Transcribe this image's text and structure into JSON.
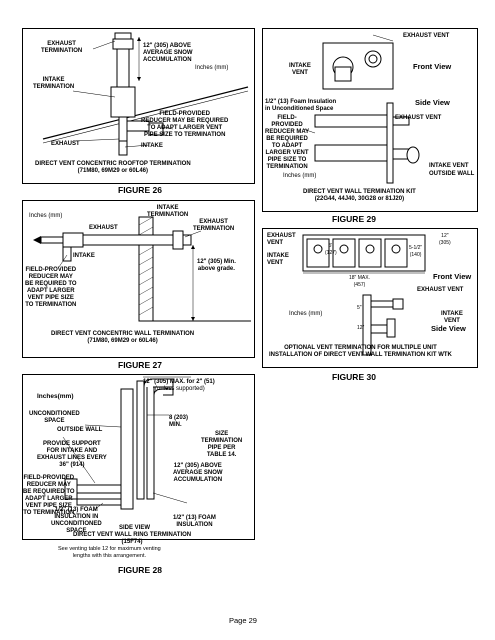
{
  "fig26": {
    "exhaust_termination": "EXHAUST\nTERMINATION",
    "above_snow": "12\" (305) ABOVE\nAVERAGE SNOW\nACCUMULATION",
    "intake_termination": "INTAKE\nTERMINATION",
    "inches": "Inches (mm)",
    "reducer": "FIELD-PROVIDED\nREDUCER MAY BE REQUIRED\nTO ADAPT LARGER VENT\nPIPE SIZE TO TERMINATION",
    "exhaust": "EXHAUST",
    "intake": "INTAKE",
    "caption": "DIRECT VENT CONCENTRIC ROOFTOP TERMINATION\n(71M80, 69M29 or 60L46)",
    "figure": "FIGURE 26"
  },
  "fig27": {
    "inches": "Inches (mm)",
    "intake_termination": "INTAKE\nTERMINATION",
    "exhaust_termination": "EXHAUST\nTERMINATION",
    "exhaust": "EXHAUST",
    "intake": "INTAKE",
    "reducer": "FIELD-PROVIDED\nREDUCER MAY\nBE REQUIRED TO\nADAPT LARGER\nVENT PIPE SIZE\nTO TERMINATION",
    "min_above": "12\" (305) Min.\nabove grade.",
    "caption": "DIRECT VENT CONCENTRIC WALL TERMINATION\n(71M80, 69M29 or 60L46)",
    "figure": "FIGURE 27"
  },
  "fig28": {
    "inches": "Inches(mm)",
    "max": "12\" (305) MAX. for 2\" (51)",
    "unless": "(unless supported)",
    "unconditioned": "UNCONDITIONED\nSPACE",
    "outside_wall": "OUTSIDE WALL",
    "min_8": "8 (203)\nMIN.",
    "support": "PROVIDE SUPPORT\nFOR INTAKE AND\nEXHAUST LINES EVERY\n36\" (914)",
    "size": "SIZE\nTERMINATION\nPIPE PER\nTABLE 14.",
    "reducer": "FIELD-PROVIDED\nREDUCER MAY\nBE REQUIRED TO\nADAPT LARGER\nVENT PIPE SIZE\nTO TERMINATION",
    "above_snow": "12\" (305) ABOVE\nAVERAGE SNOW\nACCUMULATION",
    "foam_unc": "1/2\" (13) FOAM\nINSULATION IN\nUNCONDITIONED\nSPACE",
    "foam_ins": "1/2\" (13) FOAM\nINSULATION",
    "side_view": "SIDE VIEW",
    "caption": "DIRECT VENT WALL RING TERMINATION\n(15F74)",
    "note": "See venting table 12 for maximum venting\nlengths with this arrangement.",
    "figure": "FIGURE 28"
  },
  "fig29": {
    "exhaust_vent": "EXHAUST VENT",
    "intake_vent": "INTAKE\nVENT",
    "front_view": "Front View",
    "foam": "1/2\" (13) Foam Insulation\nin Unconditioned Space",
    "side_view": "Side View",
    "reducer": "FIELD-\nPROVIDED\nREDUCER MAY\nBE REQUIRED\nTO ADAPT\nLARGER VENT\nPIPE SIZE TO\nTERMINATION",
    "exhaust_vent2": "EXHAUST VENT",
    "intake_vent2": "INTAKE VENT",
    "outside_wall": "OUTSIDE WALL",
    "inches": "Inches (mm)",
    "caption": "DIRECT VENT WALL TERMINATION KIT\n(22G44, 44J40, 30G28 or 81J20)",
    "figure": "FIGURE 29"
  },
  "fig30": {
    "exhaust_vent": "EXHAUST\nVENT",
    "intake_vent": "INTAKE\nVENT",
    "dim_5": "5\"\n(127)",
    "dim_12": "12\"\n(305)",
    "dim_5half": "5-1/2\"\n(140)",
    "dim_18": "18\" MAX.\n(457)",
    "front_view": "Front View",
    "exhaust_vent2": "EXHAUST VENT",
    "inches": "Inches (mm)",
    "dim_5b": "5\"",
    "dim_12b": "12\"",
    "intake_vent2": "INTAKE\nVENT",
    "side_view": "Side View",
    "caption": "OPTIONAL VENT TERMINATION FOR MULTIPLE UNIT\nINSTALLATION OF DIRECT VENT WALL TERMINATION KIT WTK",
    "figure": "FIGURE 30"
  },
  "page": "Page 29"
}
